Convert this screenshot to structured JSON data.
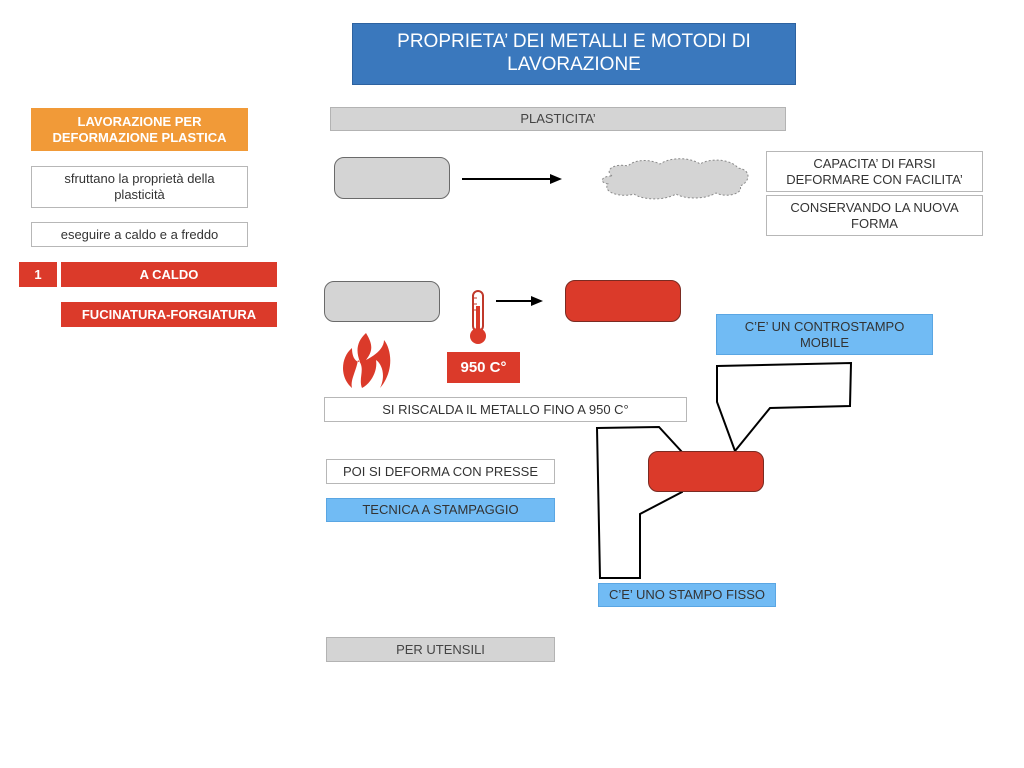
{
  "title": "PROPRIETA’ DEI METALLI E MOTODI DI LAVORAZIONE",
  "left": {
    "header": "LAVORAZIONE PER DEFORMAZIONE PLASTICA",
    "note1": "sfruttano la proprietà della plasticità",
    "note2": "eseguire a caldo e a freddo",
    "number": "1",
    "method": "A CALDO",
    "technique": "FUCINATURA-FORGIATURA"
  },
  "plasticity": {
    "header": "PLASTICITA’",
    "def1": "CAPACITA’ DI FARSI DEFORMARE CON FACILITA’",
    "def2": "CONSERVANDO LA NUOVA FORMA"
  },
  "heating": {
    "temperature": "950 C°",
    "caption": "SI RISCALDA IL METALLO FINO A 950 C°",
    "thermometer_icon": "thermometer-icon",
    "flame_icon": "flame-icon"
  },
  "process": {
    "step1": "POI SI DEFORMA CON PRESSE",
    "step2": "TECNICA A STAMPAGGIO",
    "step3": "PER UTENSILI",
    "movable_die": "C’E’ UN CONTROSTAMPO MOBILE",
    "fixed_die": "C’E’ UNO STAMPO FISSO"
  },
  "colors": {
    "title_blue": "#3a78bd",
    "orange": "#f19a38",
    "red": "#db3a2a",
    "light_blue": "#71bbf4",
    "gray": "#d4d4d4"
  }
}
